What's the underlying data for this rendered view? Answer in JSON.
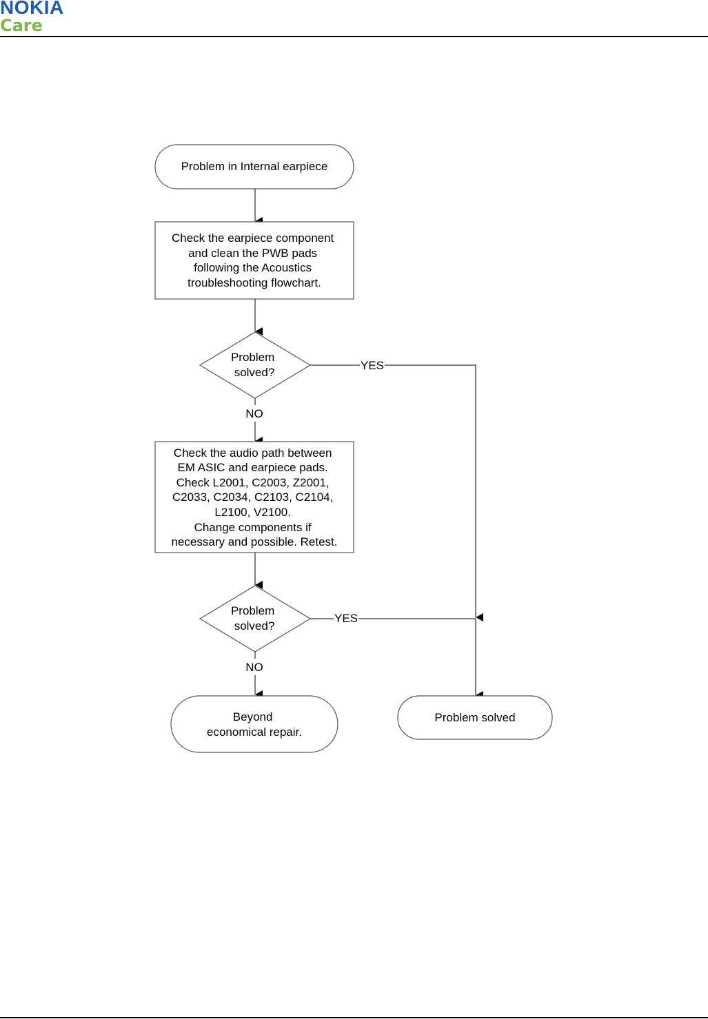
{
  "header": {
    "logo_nokia": "NOKIA",
    "logo_care": "Care",
    "colors": {
      "nokia_blue": "#1a5cb5",
      "care_green": "#7ab648"
    }
  },
  "flowchart": {
    "start": "Problem in Internal earpiece",
    "step1": [
      "Check the earpiece component",
      "and clean the PWB pads",
      "following the Acoustics",
      "troubleshooting flowchart."
    ],
    "decision1": [
      "Problem",
      "solved?"
    ],
    "decision1_yes": "YES",
    "decision1_no": "NO",
    "step2": [
      "Check the audio path between",
      "EM ASIC and earpiece pads.",
      "Check L2001, C2003, Z2001,",
      "C2033, C2034, C2103, C2104,",
      "L2100, V2100.",
      "Change components if",
      "necessary and possible. Retest."
    ],
    "decision2": [
      "Problem",
      "solved?"
    ],
    "decision2_yes": "YES",
    "decision2_no": "NO",
    "end_fail": [
      "Beyond",
      "economical repair."
    ],
    "end_success": "Problem solved"
  }
}
